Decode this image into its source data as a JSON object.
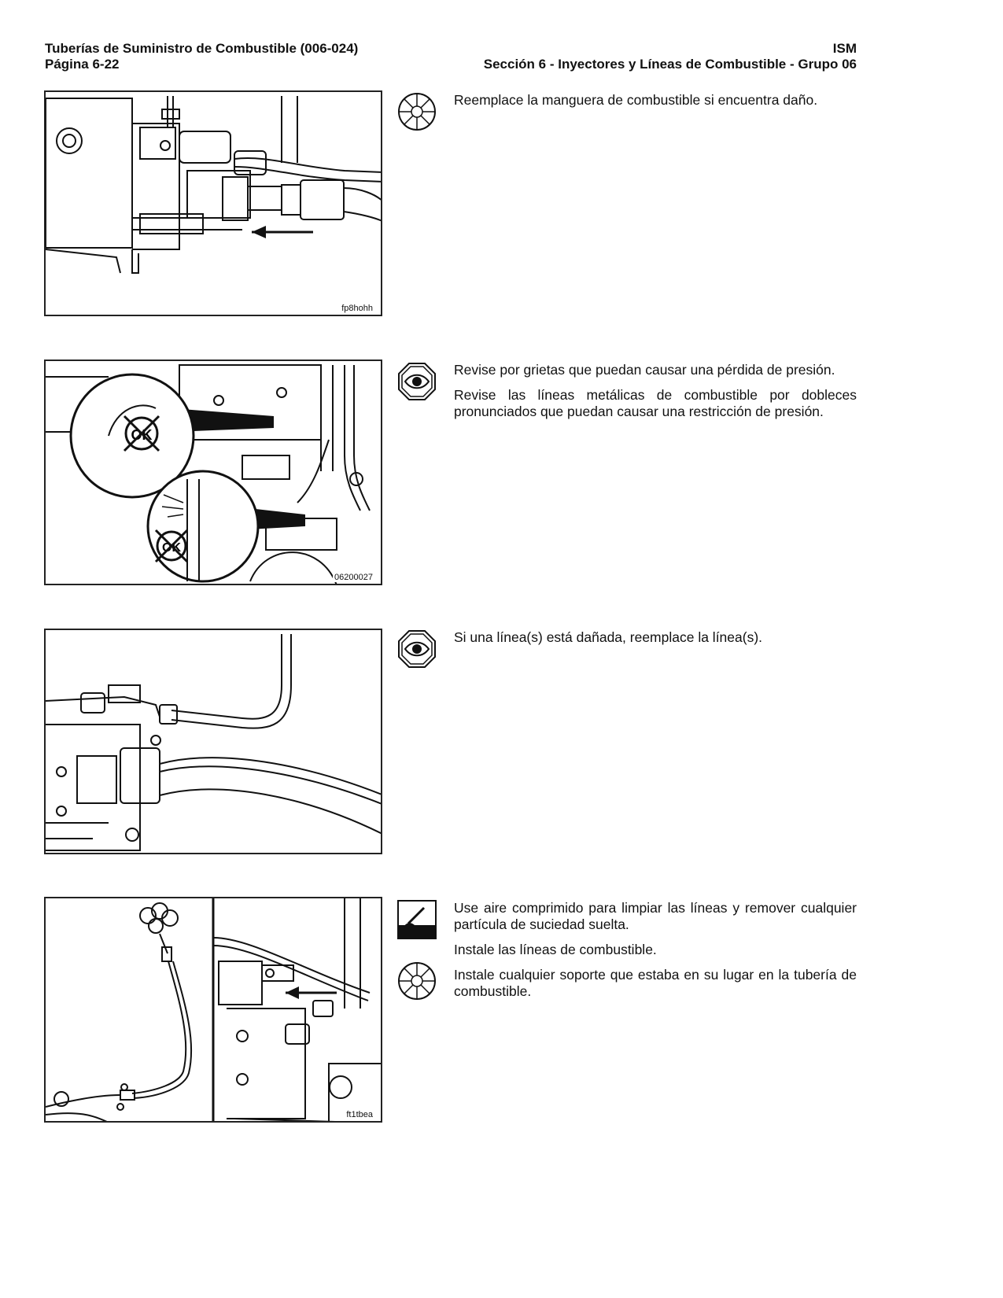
{
  "header": {
    "title": "Tuberías de Suministro de Combustible (006-024)",
    "page": "Página 6-22",
    "engine": "ISM",
    "section": "Sección 6 - Inyectores y Líneas de Combustible - Grupo 06"
  },
  "steps": [
    {
      "figure_code": "fp8hohh",
      "icon": "wrench-tools-icon",
      "paragraphs": [
        "Reemplace la manguera de combustible si encuentra daño."
      ]
    },
    {
      "figure_code": "06200027",
      "icon": "eye-inspect-icon",
      "paragraphs": [
        "Revise por grietas que puedan causar una pérdida de presión.",
        "Revise las líneas metálicas de combustible por dobleces pronunciados que puedan causar una restricción de presión."
      ]
    },
    {
      "figure_code": "",
      "icon": "eye-inspect-icon",
      "paragraphs": [
        "Si una línea(s) está dañada, reemplace la línea(s)."
      ]
    },
    {
      "figure_code": "ft1tbea",
      "icons": [
        "clean-icon",
        "wrench-tools-icon"
      ],
      "paragraphs": [
        "Use aire comprimido para limpiar las líneas y remover cualquier partícula de suciedad suelta.",
        "Instale las líneas de combustible.",
        "Instale cualquier soporte que estaba en su lugar en la tubería de combustible."
      ]
    }
  ]
}
